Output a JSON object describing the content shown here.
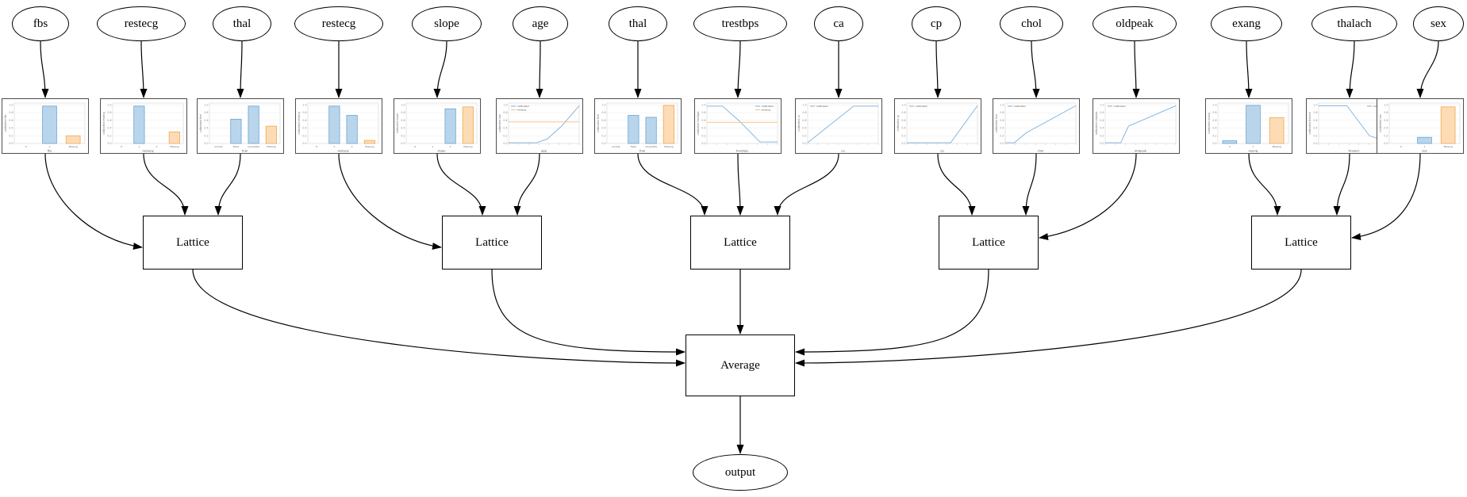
{
  "diagram": {
    "feature_nodes": [
      {
        "id": "fbs",
        "label": "fbs"
      },
      {
        "id": "restecg1",
        "label": "restecg"
      },
      {
        "id": "thal1",
        "label": "thal"
      },
      {
        "id": "restecg2",
        "label": "restecg"
      },
      {
        "id": "slope",
        "label": "slope"
      },
      {
        "id": "age",
        "label": "age"
      },
      {
        "id": "thal2",
        "label": "thal"
      },
      {
        "id": "trestbps",
        "label": "trestbps"
      },
      {
        "id": "ca",
        "label": "ca"
      },
      {
        "id": "cp",
        "label": "cp"
      },
      {
        "id": "chol",
        "label": "chol"
      },
      {
        "id": "oldpeak",
        "label": "oldpeak"
      },
      {
        "id": "exang",
        "label": "exang"
      },
      {
        "id": "thalach",
        "label": "thalach"
      },
      {
        "id": "sex",
        "label": "sex"
      }
    ],
    "lattice_nodes": [
      {
        "id": "lattice1",
        "label": "Lattice"
      },
      {
        "id": "lattice2",
        "label": "Lattice"
      },
      {
        "id": "lattice3",
        "label": "Lattice"
      },
      {
        "id": "lattice4",
        "label": "Lattice"
      },
      {
        "id": "lattice5",
        "label": "Lattice"
      }
    ],
    "average_node": {
      "id": "average",
      "label": "Average"
    },
    "output_node": {
      "id": "output",
      "label": "output"
    },
    "edges": [
      {
        "from": "fbs",
        "to": "cal_fbs"
      },
      {
        "from": "restecg1",
        "to": "cal_restecg1"
      },
      {
        "from": "thal1",
        "to": "cal_thal1"
      },
      {
        "from": "restecg2",
        "to": "cal_restecg2"
      },
      {
        "from": "slope",
        "to": "cal_slope"
      },
      {
        "from": "age",
        "to": "cal_age"
      },
      {
        "from": "thal2",
        "to": "cal_thal2"
      },
      {
        "from": "trestbps",
        "to": "cal_trestbps"
      },
      {
        "from": "ca",
        "to": "cal_ca"
      },
      {
        "from": "cp",
        "to": "cal_cp"
      },
      {
        "from": "chol",
        "to": "cal_chol"
      },
      {
        "from": "oldpeak",
        "to": "cal_oldpeak"
      },
      {
        "from": "exang",
        "to": "cal_exang"
      },
      {
        "from": "thalach",
        "to": "cal_thalach"
      },
      {
        "from": "sex",
        "to": "cal_sex"
      },
      {
        "from": "cal_fbs",
        "to": "lattice1"
      },
      {
        "from": "cal_restecg1",
        "to": "lattice1"
      },
      {
        "from": "cal_thal1",
        "to": "lattice1"
      },
      {
        "from": "cal_restecg2",
        "to": "lattice2"
      },
      {
        "from": "cal_slope",
        "to": "lattice2"
      },
      {
        "from": "cal_age",
        "to": "lattice2"
      },
      {
        "from": "cal_thal2",
        "to": "lattice3"
      },
      {
        "from": "cal_trestbps",
        "to": "lattice3"
      },
      {
        "from": "cal_ca",
        "to": "lattice3"
      },
      {
        "from": "cal_cp",
        "to": "lattice4"
      },
      {
        "from": "cal_chol",
        "to": "lattice4"
      },
      {
        "from": "cal_oldpeak",
        "to": "lattice4"
      },
      {
        "from": "cal_exang",
        "to": "lattice5"
      },
      {
        "from": "cal_thalach",
        "to": "lattice5"
      },
      {
        "from": "cal_sex",
        "to": "lattice5"
      },
      {
        "from": "lattice1",
        "to": "average"
      },
      {
        "from": "lattice2",
        "to": "average"
      },
      {
        "from": "lattice3",
        "to": "average"
      },
      {
        "from": "lattice4",
        "to": "average"
      },
      {
        "from": "lattice5",
        "to": "average"
      },
      {
        "from": "average",
        "to": "output"
      }
    ]
  },
  "palette": {
    "bar_blue_fill": "#b9d5ec",
    "bar_blue_stroke": "#6aa3d0",
    "bar_orange_fill": "#fddcb5",
    "bar_orange_stroke": "#f3a653",
    "line_blue": "#7db0dc",
    "line_orange": "#fcbd7e",
    "edge": "#000000"
  },
  "chart_data": [
    {
      "id": "cal_fbs",
      "type": "bar",
      "ylabel": "calibrated fbs",
      "xlabel": "fbs",
      "yticks": [
        "0.0",
        "0.2",
        "0.4",
        "0.6",
        "0.8",
        "1.0"
      ],
      "bars": [
        {
          "label": "0",
          "value": 0,
          "color": "blue"
        },
        {
          "label": "1",
          "value": 0.97,
          "color": "blue"
        },
        {
          "label": "Missing",
          "value": 0.2,
          "color": "orange"
        }
      ]
    },
    {
      "id": "cal_restecg1",
      "type": "bar",
      "ylabel": "calibrated restecg",
      "xlabel": "restecg",
      "yticks": [
        "0.0",
        "0.2",
        "0.4",
        "0.6",
        "0.8",
        "1.0"
      ],
      "bars": [
        {
          "label": "0",
          "value": 0,
          "color": "blue"
        },
        {
          "label": "1",
          "value": 0.97,
          "color": "blue"
        },
        {
          "label": "2",
          "value": 0,
          "color": "blue"
        },
        {
          "label": "Missing",
          "value": 0.3,
          "color": "orange"
        }
      ]
    },
    {
      "id": "cal_thal1",
      "type": "bar",
      "ylabel": "calibrated thal",
      "xlabel": "thal",
      "yticks": [
        "0.0",
        "0.2",
        "0.4",
        "0.6",
        "0.8",
        "1.0"
      ],
      "bars": [
        {
          "label": "normal",
          "value": 0,
          "color": "blue"
        },
        {
          "label": "fixed",
          "value": 0.63,
          "color": "blue"
        },
        {
          "label": "reversible",
          "value": 0.97,
          "color": "blue"
        },
        {
          "label": "Missing",
          "value": 0.45,
          "color": "orange"
        }
      ]
    },
    {
      "id": "cal_restecg2",
      "type": "bar",
      "ylabel": "calibrated restecg",
      "xlabel": "restecg",
      "yticks": [
        "0.0",
        "0.2",
        "0.4",
        "0.6",
        "0.8",
        "1.0"
      ],
      "bars": [
        {
          "label": "0",
          "value": 0,
          "color": "blue"
        },
        {
          "label": "1",
          "value": 0.97,
          "color": "blue"
        },
        {
          "label": "2",
          "value": 0.73,
          "color": "blue"
        },
        {
          "label": "Missing",
          "value": 0.08,
          "color": "orange"
        }
      ]
    },
    {
      "id": "cal_slope",
      "type": "bar",
      "ylabel": "calibrated slope",
      "xlabel": "slope",
      "yticks": [
        "0.0",
        "0.2",
        "0.4",
        "0.6",
        "0.8",
        "1.0"
      ],
      "bars": [
        {
          "label": "0",
          "value": 0,
          "color": "blue"
        },
        {
          "label": "1",
          "value": 0,
          "color": "blue"
        },
        {
          "label": "2",
          "value": 0.9,
          "color": "blue"
        },
        {
          "label": "Missing",
          "value": 0.95,
          "color": "orange"
        }
      ]
    },
    {
      "id": "cal_age",
      "type": "line",
      "ylabel": "calibrated age",
      "xlabel": "age",
      "yticks": [
        "0.0",
        "0.2",
        "0.4",
        "0.6",
        "0.8",
        "1.0"
      ],
      "legend": {
        "position": "nw",
        "entries": [
          {
            "label": "calibrated",
            "color": "blue"
          },
          {
            "label": "missing",
            "color": "orange"
          }
        ]
      },
      "series": [
        {
          "name": "calibrated",
          "color": "blue",
          "points": [
            [
              0,
              0.02
            ],
            [
              0.4,
              0.02
            ],
            [
              0.55,
              0.12
            ],
            [
              0.75,
              0.45
            ],
            [
              1,
              0.98
            ]
          ]
        },
        {
          "name": "missing",
          "color": "orange",
          "points": [
            [
              0,
              0.56
            ],
            [
              1,
              0.56
            ]
          ]
        }
      ]
    },
    {
      "id": "cal_thal2",
      "type": "bar",
      "ylabel": "calibrated thal",
      "xlabel": "thal",
      "yticks": [
        "0.0",
        "0.2",
        "0.4",
        "0.6",
        "0.8",
        "1.0"
      ],
      "bars": [
        {
          "label": "normal",
          "value": 0,
          "color": "blue"
        },
        {
          "label": "fixed",
          "value": 0.73,
          "color": "blue"
        },
        {
          "label": "reversible",
          "value": 0.68,
          "color": "blue"
        },
        {
          "label": "Missing",
          "value": 0.99,
          "color": "orange"
        }
      ]
    },
    {
      "id": "cal_trestbps",
      "type": "line",
      "ylabel": "calibrated trestbps",
      "xlabel": "trestbps",
      "yticks": [
        "0.0",
        "0.2",
        "0.4",
        "0.6",
        "0.8",
        "1.0"
      ],
      "legend": {
        "position": "ne",
        "entries": [
          {
            "label": "calibrated",
            "color": "blue"
          },
          {
            "label": "missing",
            "color": "orange"
          }
        ]
      },
      "series": [
        {
          "name": "calibrated",
          "color": "blue",
          "points": [
            [
              0,
              0.97
            ],
            [
              0.22,
              0.97
            ],
            [
              0.45,
              0.6
            ],
            [
              0.75,
              0.04
            ],
            [
              1,
              0.04
            ]
          ]
        },
        {
          "name": "missing",
          "color": "orange",
          "points": [
            [
              0,
              0.55
            ],
            [
              1,
              0.55
            ]
          ]
        }
      ]
    },
    {
      "id": "cal_ca",
      "type": "line",
      "ylabel": "calibrated ca",
      "xlabel": "ca",
      "yticks": [
        "0.0",
        "0.2",
        "0.4",
        "0.6",
        "0.8",
        "1.0"
      ],
      "legend": {
        "position": "nw",
        "entries": [
          {
            "label": "calibrated",
            "color": "blue"
          }
        ]
      },
      "series": [
        {
          "name": "calibrated",
          "color": "blue",
          "points": [
            [
              0,
              0.02
            ],
            [
              0.65,
              0.97
            ],
            [
              1,
              0.97
            ]
          ]
        }
      ]
    },
    {
      "id": "cal_cp",
      "type": "line",
      "ylabel": "calibrated cp",
      "xlabel": "cp",
      "yticks": [
        "0.0",
        "0.2",
        "0.4",
        "0.6",
        "0.8",
        "1.0"
      ],
      "legend": {
        "position": "nw",
        "entries": [
          {
            "label": "calibrated",
            "color": "blue"
          }
        ]
      },
      "series": [
        {
          "name": "calibrated",
          "color": "blue",
          "points": [
            [
              0,
              0.02
            ],
            [
              0.62,
              0.02
            ],
            [
              1,
              0.98
            ]
          ]
        }
      ]
    },
    {
      "id": "cal_chol",
      "type": "line",
      "ylabel": "calibrated chol",
      "xlabel": "chol",
      "yticks": [
        "0.0",
        "0.2",
        "0.4",
        "0.6",
        "0.8",
        "1.0"
      ],
      "legend": {
        "position": "nw",
        "entries": [
          {
            "label": "calibrated",
            "color": "blue"
          }
        ]
      },
      "series": [
        {
          "name": "calibrated",
          "color": "blue",
          "points": [
            [
              0,
              0.02
            ],
            [
              0.13,
              0.02
            ],
            [
              0.3,
              0.28
            ],
            [
              1,
              0.98
            ]
          ]
        }
      ]
    },
    {
      "id": "cal_oldpeak",
      "type": "line",
      "ylabel": "calibrated oldpeak",
      "xlabel": "oldpeak",
      "yticks": [
        "0.0",
        "0.2",
        "0.4",
        "0.6",
        "0.8",
        "1.0"
      ],
      "legend": {
        "position": "nw",
        "entries": [
          {
            "label": "calibrated",
            "color": "blue"
          }
        ]
      },
      "series": [
        {
          "name": "calibrated",
          "color": "blue",
          "points": [
            [
              0,
              0.02
            ],
            [
              0.22,
              0.02
            ],
            [
              0.33,
              0.45
            ],
            [
              1,
              0.98
            ]
          ]
        }
      ]
    },
    {
      "id": "cal_exang",
      "type": "bar",
      "ylabel": "calibrated exang",
      "xlabel": "exang",
      "yticks": [
        "0.0",
        "0.2",
        "0.4",
        "0.6",
        "0.8",
        "1.0"
      ],
      "bars": [
        {
          "label": "0",
          "value": 0.07,
          "color": "blue"
        },
        {
          "label": "1",
          "value": 0.99,
          "color": "blue"
        },
        {
          "label": "Missing",
          "value": 0.67,
          "color": "orange"
        }
      ]
    },
    {
      "id": "cal_thalach",
      "type": "line",
      "ylabel": "calibrated thalach",
      "xlabel": "thalach",
      "yticks": [
        "0.0",
        "0.2",
        "0.4",
        "0.6",
        "0.8",
        "1.0"
      ],
      "legend": {
        "position": "ne",
        "entries": [
          {
            "label": "calibrated",
            "color": "blue"
          }
        ]
      },
      "series": [
        {
          "name": "calibrated",
          "color": "blue",
          "points": [
            [
              0,
              0.98
            ],
            [
              0.4,
              0.98
            ],
            [
              0.72,
              0.2
            ],
            [
              1,
              0.03
            ]
          ]
        }
      ]
    },
    {
      "id": "cal_sex",
      "type": "bar",
      "ylabel": "calibrated sex",
      "xlabel": "sex",
      "yticks": [
        "0.0",
        "0.2",
        "0.4",
        "0.6",
        "0.8",
        "1.0"
      ],
      "bars": [
        {
          "label": "0",
          "value": 0,
          "color": "blue"
        },
        {
          "label": "1",
          "value": 0.16,
          "color": "blue"
        },
        {
          "label": "Missing",
          "value": 0.95,
          "color": "orange"
        }
      ]
    }
  ]
}
